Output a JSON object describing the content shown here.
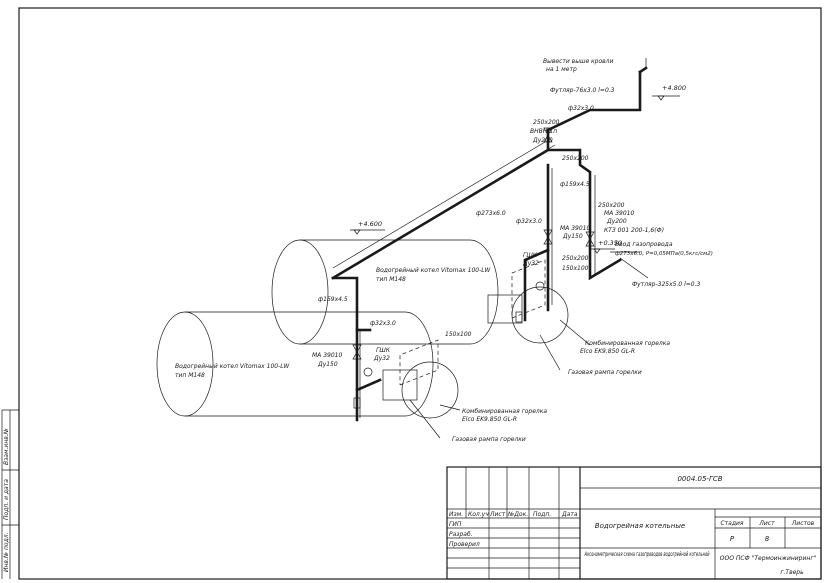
{
  "title_block": {
    "doc_code": "0004.05-ГСВ",
    "col_headers": [
      "Изм.",
      "Кол.уч",
      "Лист",
      "№Док.",
      "Подп.",
      "Дата"
    ],
    "roles": [
      "ГИП",
      "Разраб.",
      "Проверил"
    ],
    "object_name": "Водогрейная котельные",
    "sheet_title": "Аксонометрическая схема газопроводов водогрейной котельной",
    "stage_header": "Стадия",
    "sheet_header": "Лист",
    "sheets_header": "Листов",
    "stage_value": "Р",
    "sheet_value": "8",
    "company": "ООО ПСФ \"Термоинжиниринг\"",
    "city": "г.Тверь"
  },
  "side_stamp": [
    "Инв.№ подл.",
    "Подп. и дата",
    "Взам.инв.№"
  ],
  "annotations": {
    "vent_note_1": "Вывести выше кровли",
    "vent_note_2": "на 1 метр",
    "elev_top": "+4.800",
    "elev_left": "+4.600",
    "elev_inlet": "+0.350",
    "vent_pipe": "Футляр-76х3.0 l=0.3",
    "d32_top": "ф32х3.0",
    "size_250_a": "250х200",
    "vnv": "ВНВН-1п",
    "du200_a": "Ду200",
    "size_250_b": "250х200",
    "d159_r": "ф159х4.5",
    "main_pipe": "ф273х6.0",
    "d32_mid": "ф32х3.0",
    "ma_r_1": "МА 39010",
    "ma_r_2": "Ду150",
    "size_250_c": "250х200",
    "ma_inlet_1": "МА 39010",
    "ma_inlet_2": "Ду200",
    "kt3": "КТЗ 001 200-1,6(Ф)",
    "inlet_1": "Ввод газопровода",
    "inlet_2": "ф273х6.0, Р=0,05МПа(0,5кгс/см2)",
    "gsh_r_1": "ГШК",
    "gsh_r_2": "Ду32",
    "size_250_d": "250х200",
    "size_150_a": "150х100",
    "sleeve_325": "Футляр-325х5.0 l=0.3",
    "boiler_r_1": "Водогрейный котел Vitomax 100-LW",
    "boiler_r_2": "тип М148",
    "d159_l": "ф159х4.5",
    "d32_low": "ф32х3.0",
    "size_150_b": "150х100",
    "ma_l_1": "МА 39010",
    "ma_l_2": "Ду150",
    "gsh_l_1": "ГШК",
    "gsh_l_2": "Ду32",
    "burner_r_1": "Комбинированная горелка",
    "burner_r_2": "Elco EK9.850 GL-R",
    "ramp_r": "Газовая рампа горелки",
    "boiler_l_1": "Водогрейный котел Vitomax 100-LW",
    "boiler_l_2": "тип М148",
    "burner_l_1": "Комбинированная горелка",
    "burner_l_2": "Elco EK9.850 GL-R",
    "ramp_l": "Газовая рампа горелки"
  }
}
